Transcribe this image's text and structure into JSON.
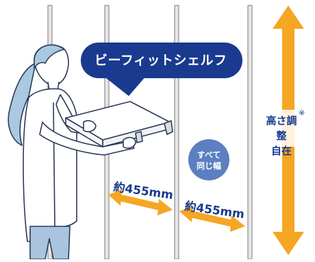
{
  "speech_bubble": {
    "text": "ビーフィットシェルフ"
  },
  "dimension_left": {
    "text": "約455mm"
  },
  "dimension_right": {
    "text": "約455mm"
  },
  "same_width_badge": {
    "line1": "すべて",
    "line2": "同じ幅"
  },
  "height_adjust": {
    "line1": "高さ調整",
    "line2": "自在",
    "note_mark": "※"
  },
  "colors": {
    "navy": "#1a3a8f",
    "orange": "#f5a623",
    "badge_blue": "#5b7fc0",
    "pole": "#b8b8b8",
    "figure_line": "#2a3a5a",
    "pants": "#a9c4de",
    "shelf": "#ffffff"
  },
  "icons": [
    "woman-figure",
    "shelf-board",
    "vertical-pole",
    "double-arrow"
  ]
}
